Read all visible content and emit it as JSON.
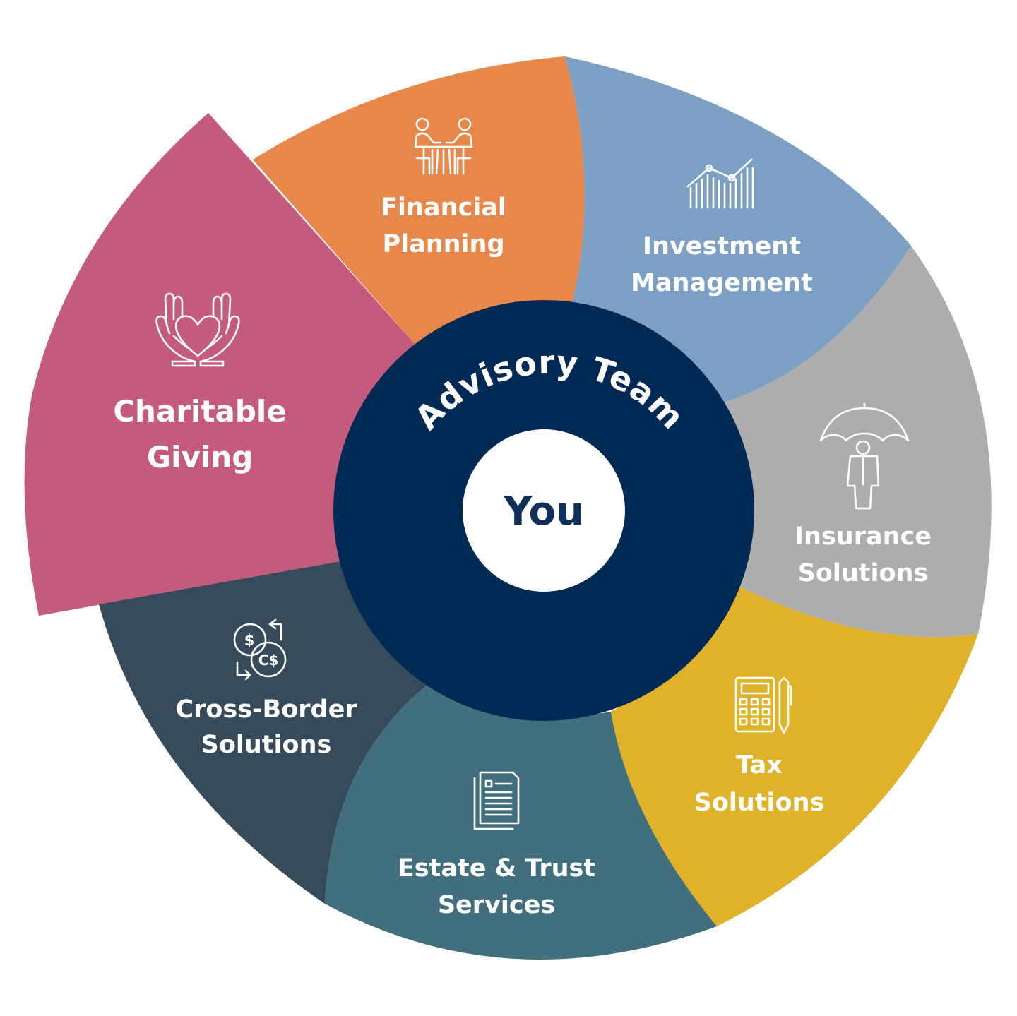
{
  "hub": {
    "title": "Advisory Team",
    "center_label": "You",
    "ring_color": "#002a55",
    "center_color": "#ffffff",
    "center_text_color": "#0e2f59"
  },
  "segments": [
    {
      "id": "financial-planning",
      "lines": [
        "Financial",
        "Planning"
      ],
      "color": "#e8874a",
      "icon": "meeting-icon",
      "emphasized": false
    },
    {
      "id": "investment-management",
      "lines": [
        "Investment",
        "Management"
      ],
      "color": "#7c9fc4",
      "icon": "growth-chart-icon",
      "emphasized": false
    },
    {
      "id": "insurance-solutions",
      "lines": [
        "Insurance",
        "Solutions"
      ],
      "color": "#acadac",
      "icon": "umbrella-person-icon",
      "emphasized": false
    },
    {
      "id": "tax-solutions",
      "lines": [
        "Tax",
        "Solutions"
      ],
      "color": "#e0b229",
      "icon": "calculator-pen-icon",
      "emphasized": false
    },
    {
      "id": "estate-trust-services",
      "lines": [
        "Estate & Trust",
        "Services"
      ],
      "color": "#416f7d",
      "icon": "document-icon",
      "emphasized": false
    },
    {
      "id": "cross-border-solutions",
      "lines": [
        "Cross-Border",
        "Solutions"
      ],
      "color": "#354b5b",
      "icon": "currency-exchange-icon",
      "emphasized": false
    },
    {
      "id": "charitable-giving",
      "lines": [
        "Charitable",
        "Giving"
      ],
      "color": "#c55b7c",
      "icon": "hands-heart-icon",
      "emphasized": true
    }
  ],
  "icon_text": {
    "dollar": "$",
    "cad": "C$"
  }
}
